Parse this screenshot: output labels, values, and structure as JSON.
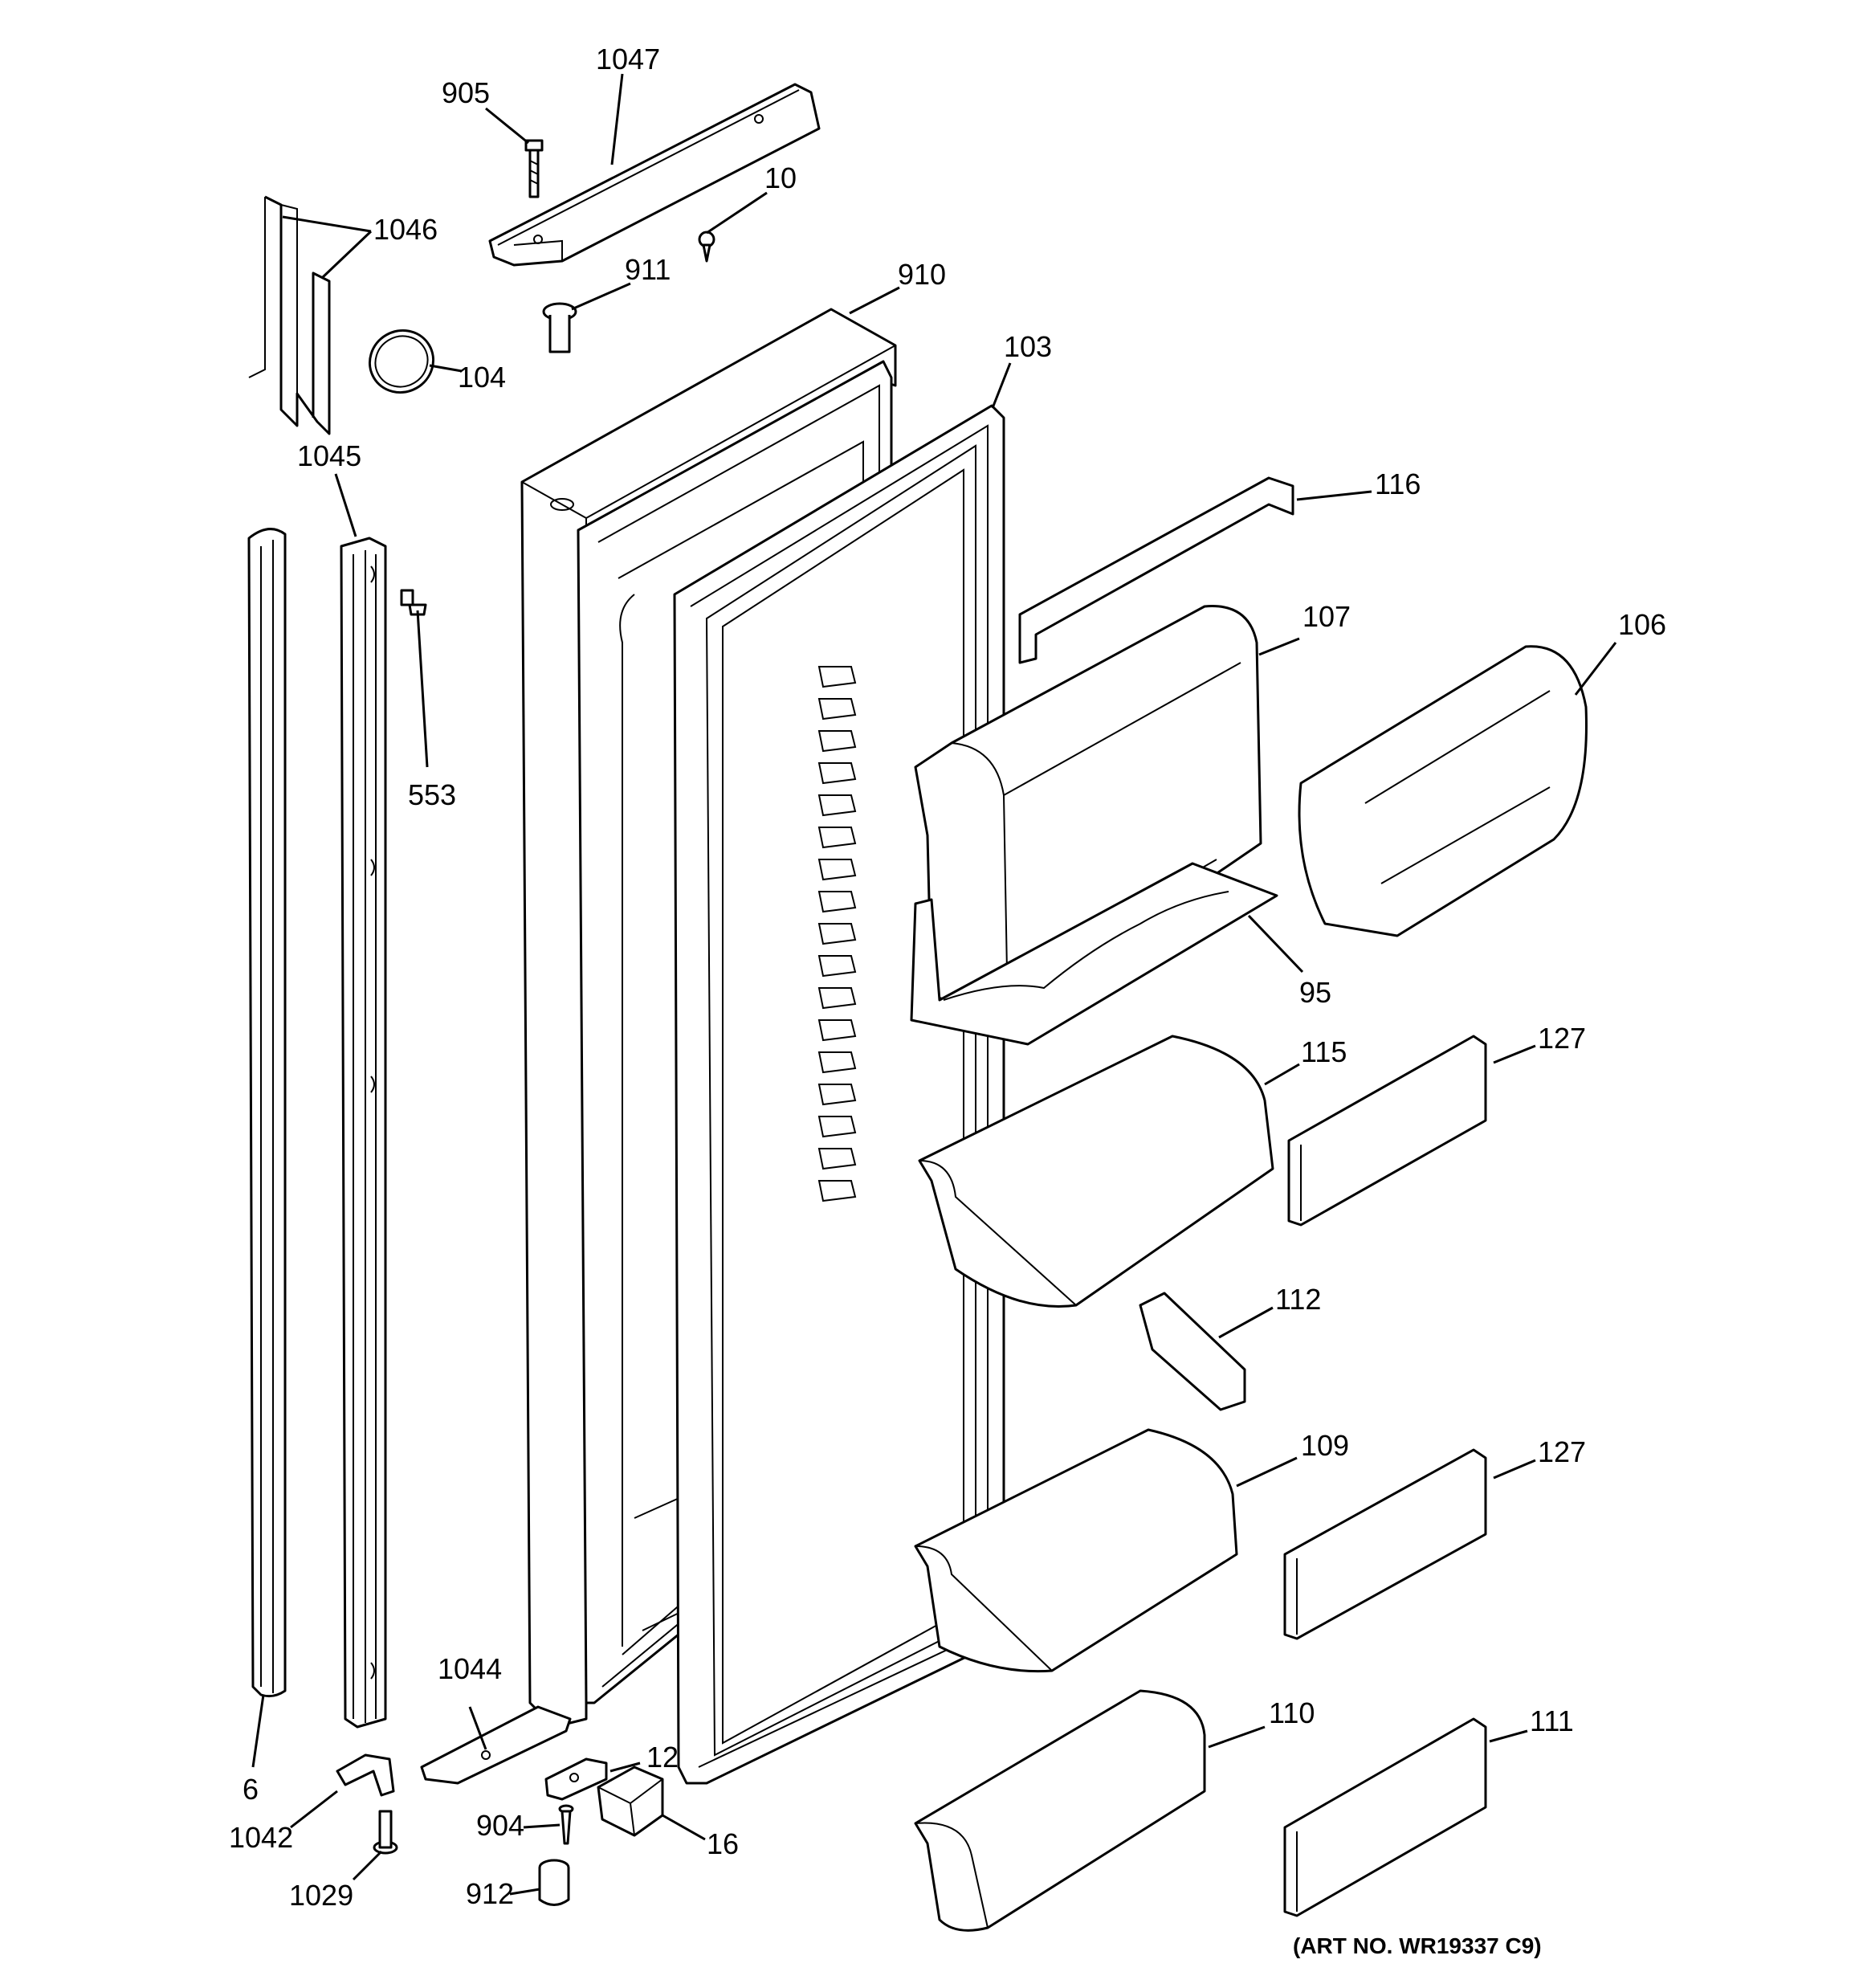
{
  "labels": {
    "l905": "905",
    "l1047": "1047",
    "l10": "10",
    "l1046": "1046",
    "l911": "911",
    "l910": "910",
    "l104": "104",
    "l103": "103",
    "l1045": "1045",
    "l116": "116",
    "l553": "553",
    "l107": "107",
    "l106": "106",
    "l95": "95",
    "l115": "115",
    "l127a": "127",
    "l112": "112",
    "l109": "109",
    "l127b": "127",
    "l1044": "1044",
    "l12": "12",
    "l110": "110",
    "l111": "111",
    "l6": "6",
    "l1042": "1042",
    "l904": "904",
    "l16": "16",
    "l1029": "1029",
    "l912": "912"
  },
  "art_number": "(ART NO. WR19337 C9)"
}
